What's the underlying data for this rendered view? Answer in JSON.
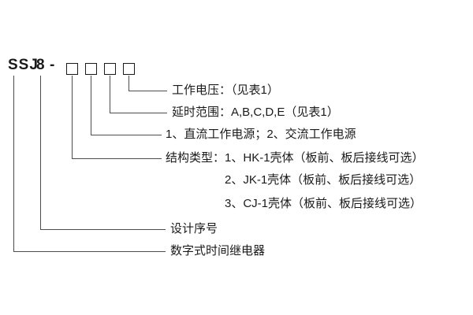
{
  "model": {
    "prefix": "SSJ",
    "number": "8",
    "separator": "-",
    "digit_boxes": 4
  },
  "callouts": {
    "working_voltage": "工作电压：（见表1）",
    "delay_range": "延时范围：A,B,C,D,E（见表1）",
    "power_supply": "1、直流工作电源；2、交流工作电源",
    "structure_type_prefix": "结构类型：",
    "structure_type_option_1": "1、HK-1壳体（板前、板后接线可选）",
    "structure_type_option_2": "2、JK-1壳体（板前、板后接线可选）",
    "structure_type_option_3": "3、CJ-1壳体（板前、板后接线可选）",
    "design_serial": "设计序号",
    "product_name": "数字式时间继电器"
  },
  "colors": {
    "text": "#1a1a1a",
    "line": "#4d4d4d",
    "background": "#ffffff"
  }
}
